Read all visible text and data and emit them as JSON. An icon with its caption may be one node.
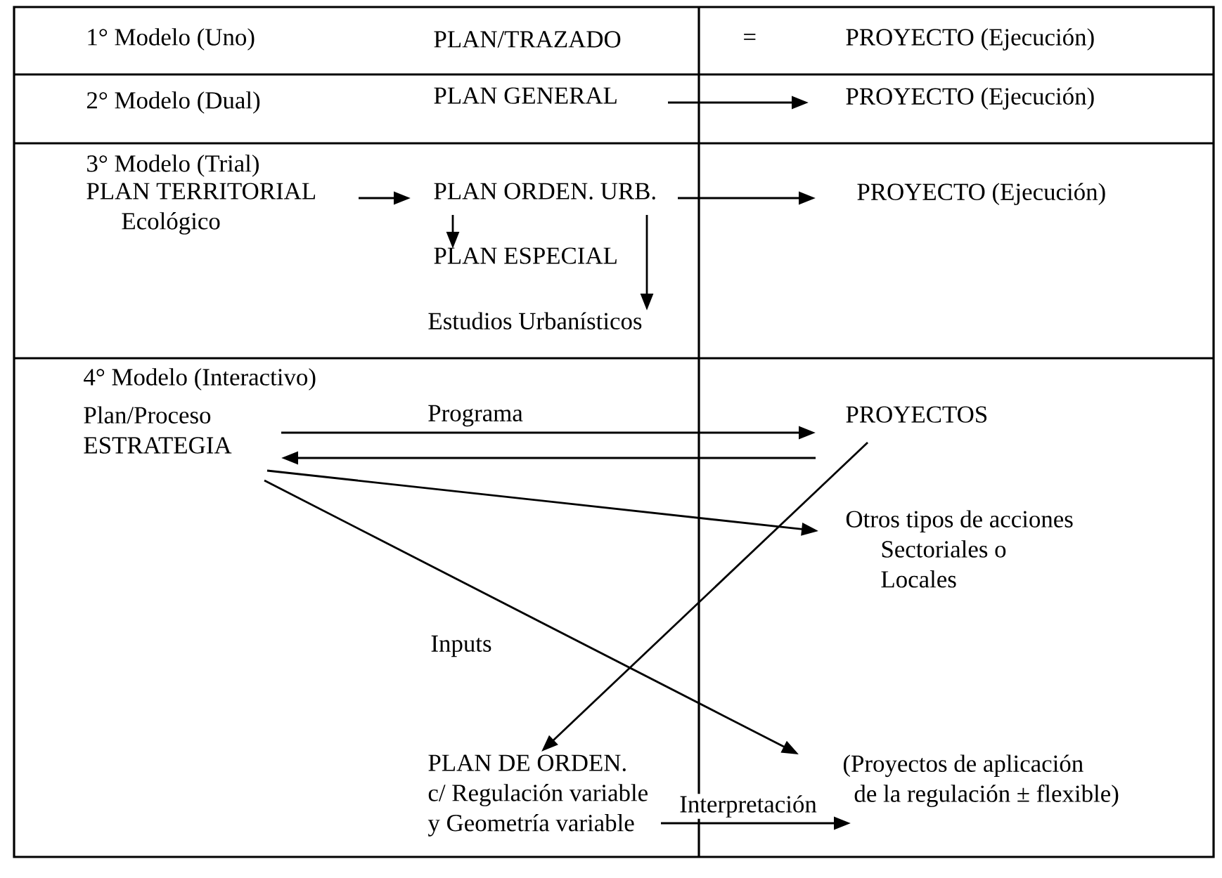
{
  "diagram": {
    "nodes": [
      {
        "text": [
          "PLAN GENERAL"
        ]
      },
      {
        "text": [
          "PROYECTO (Ejecución)"
        ]
      },
      {
        "text": [
          "PLAN TERRITORIAL",
          "Ecológico"
        ]
      },
      {
        "text": [
          "PLAN ORDEN. URB."
        ]
      },
      {
        "text": [
          "PROYECTO (Ejecución)"
        ]
      },
      {
        "text": [
          "PLAN ESPECIAL"
        ]
      },
      {
        "text": [
          "Estudios Urbanísticos"
        ]
      },
      {
        "text": [
          "Plan/Proceso",
          "ESTRATEGIA"
        ]
      },
      {
        "text": [
          "PROYECTOS"
        ]
      },
      {
        "text": [
          "Otros tipos de acciones",
          "Sectoriales o",
          "Locales"
        ]
      },
      {
        "text": [
          "PLAN DE ORDEN.",
          "c/ Regulación variable",
          "y Geometría variable"
        ]
      },
      {
        "text": [
          "(Proyectos de aplicación",
          "de la regulación ± flexible)"
        ]
      }
    ],
    "edges": [
      {
        "from": 0,
        "to": 1,
        "arrow": "to"
      },
      {
        "from": 2,
        "to": 3,
        "arrow": "to"
      },
      {
        "from": 3,
        "to": 4,
        "arrow": "to"
      },
      {
        "from": 3,
        "to": 5,
        "arrow": "to"
      },
      {
        "from": 3,
        "to": 6,
        "arrow": "to"
      },
      {
        "from": 7,
        "to": 8,
        "arrow": "to",
        "label": "Programa"
      },
      {
        "from": 8,
        "to": 7,
        "arrow": "to"
      },
      {
        "from": 7,
        "to": 9,
        "arrow": "to"
      },
      {
        "from": 7,
        "to": 11,
        "arrow": "to"
      },
      {
        "from": 8,
        "to": 10,
        "arrow": "to"
      },
      {
        "from": 10,
        "to": 11,
        "arrow": "to",
        "label": "Interpretación"
      }
    ],
    "labels": [
      "1° Modelo (Uno)",
      "PLAN/TRAZADO",
      "=",
      "PROYECTO (Ejecución)",
      "2° Modelo (Dual)",
      "3° Modelo (Trial)",
      "4° Modelo (Interactivo)",
      "Inputs"
    ]
  }
}
